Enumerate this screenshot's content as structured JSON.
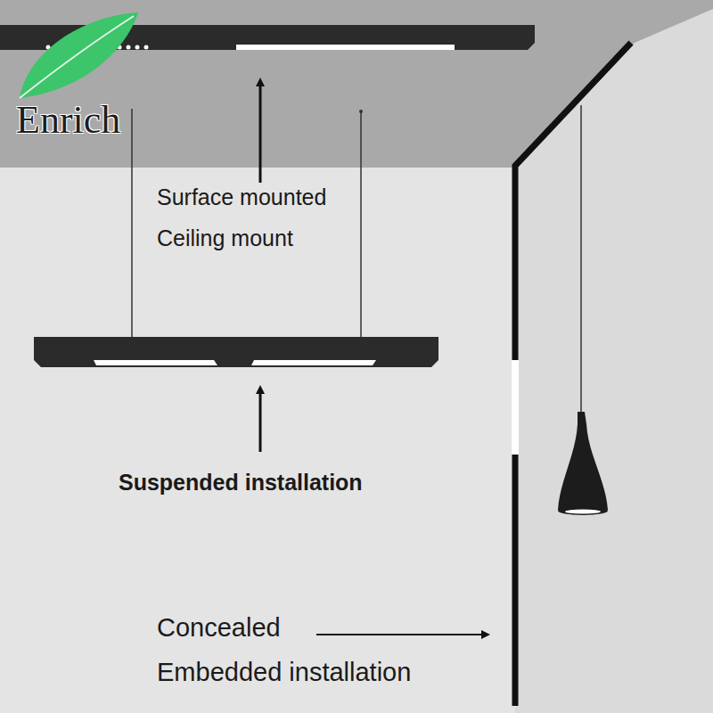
{
  "diagram": {
    "labels": [
      "Enrich",
      "Surface mounted",
      "Ceiling mount",
      "Suspended installation",
      "Concealed",
      "Embedded installation"
    ]
  }
}
